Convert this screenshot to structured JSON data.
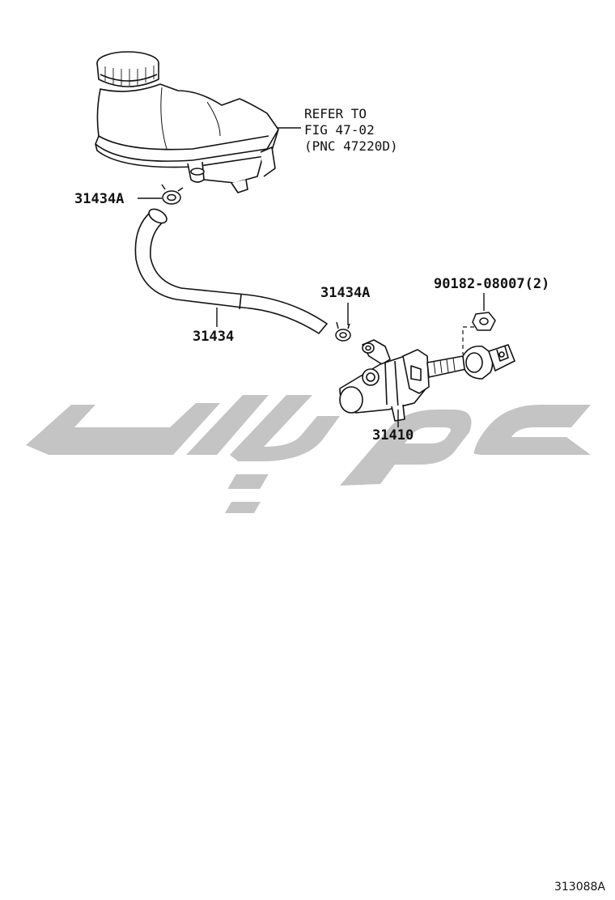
{
  "callouts": {
    "refer_line1": "REFER TO",
    "refer_line2": "FIG 47-02",
    "refer_line3": "(PNC 47220D)",
    "clamp_upper": "31434A",
    "clamp_lower": "31434A",
    "hose": "31434",
    "nut": "90182-08007(2)",
    "master_cylinder": "31410"
  },
  "figure_code": "313088A",
  "colors": {
    "line": "#111111",
    "watermark": "#c4c4c4"
  }
}
